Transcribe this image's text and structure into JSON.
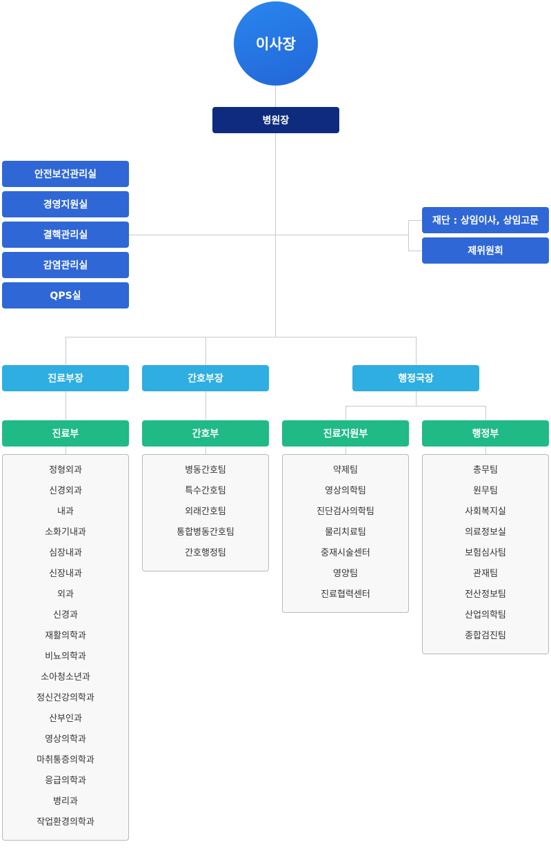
{
  "chairman": "이사장",
  "director": "병원장",
  "left_units": [
    "안전보건관리실",
    "경영지원실",
    "결핵관리실",
    "감염관리실",
    "QPS실"
  ],
  "right_units": [
    "재단 : 상임이사, 상임고문",
    "제위원회"
  ],
  "heads": {
    "medical": "진료부장",
    "nursing": "간호부장",
    "admin": "행정국장"
  },
  "departments": [
    {
      "name": "진료부",
      "items": [
        "정형외과",
        "신경외과",
        "내과",
        "소화기내과",
        "심장내과",
        "신장내과",
        "외과",
        "신경과",
        "재활의학과",
        "비뇨의학과",
        "소아청소년과",
        "정신건강의학과",
        "산부인과",
        "영상의학과",
        "마취통증의학과",
        "응급의학과",
        "병리과",
        "작업환경의학과"
      ]
    },
    {
      "name": "간호부",
      "items": [
        "병동간호팀",
        "특수간호팀",
        "외래간호팀",
        "통합병동간호팀",
        "간호행정팀"
      ]
    },
    {
      "name": "진료지원부",
      "items": [
        "약제팀",
        "영상의학팀",
        "진단검사의학팀",
        "물리치료팀",
        "중재시술센터",
        "영양팀",
        "진료협력센터"
      ]
    },
    {
      "name": "행정부",
      "items": [
        "총무팀",
        "원무팀",
        "사회복지실",
        "의료정보실",
        "보험심사팀",
        "관재팀",
        "전산정보팀",
        "산업의학팀",
        "종합검진팀"
      ]
    }
  ]
}
